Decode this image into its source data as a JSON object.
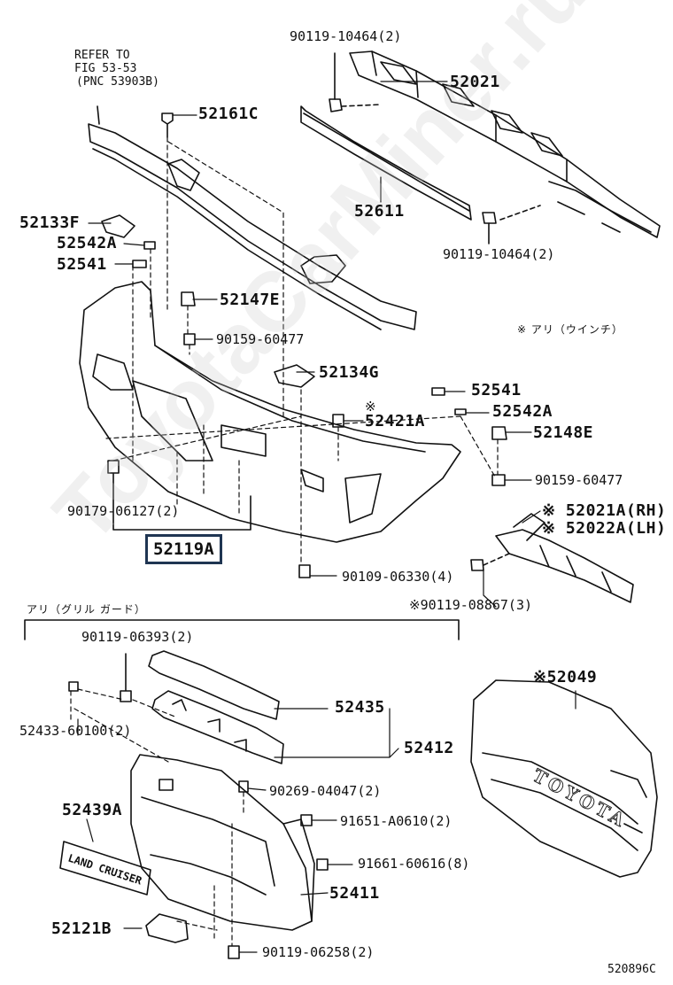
{
  "watermark": "ToyotaCarMiner.ru",
  "diagram_id": "520896C",
  "refer": {
    "line1": "REFER TO",
    "line2": "FIG 53-53",
    "line3": "(PNC 53903B)"
  },
  "notes": {
    "winch": "※ アリ（ウインチ）",
    "grille_guard": "アリ（グリル ガード）"
  },
  "highlight_part": "52119A",
  "badge_text": "LAND CRUISER",
  "grille_emblem": "TOYOTA",
  "parts": {
    "p90119_10464_top": "90119-10464(2)",
    "p52021": "52021",
    "p52161C": "52161C",
    "p52611": "52611",
    "p90119_10464_bot": "90119-10464(2)",
    "p52133F": "52133F",
    "p52542A_left": "52542A",
    "p52541_left": "52541",
    "p52147E": "52147E",
    "p90159_60477_left": "90159-60477",
    "p52134G": "52134G",
    "p52541_right": "52541",
    "p52421A": "52421A",
    "p52542A_right": "52542A",
    "p52148E": "52148E",
    "p90159_60477_right": "90159-60477",
    "p90179_06127": "90179-06127(2)",
    "p52021A": "※ 52021A(RH)",
    "p52022A": "※ 52022A(LH)",
    "p90109_06330": "90109-06330(4)",
    "p90119_08867": "※90119-08867(3)",
    "p90119_06393": "90119-06393(2)",
    "p52049": "※52049",
    "p52435": "52435",
    "p52433": "52433-60100(2)",
    "p52412": "52412",
    "p90269_04047": "90269-04047(2)",
    "p52439A": "52439A",
    "p91651": "91651-A0610(2)",
    "p91661": "91661-60616(8)",
    "p52411": "52411",
    "p52121B": "52121B",
    "p90119_06258": "90119-06258(2)"
  }
}
